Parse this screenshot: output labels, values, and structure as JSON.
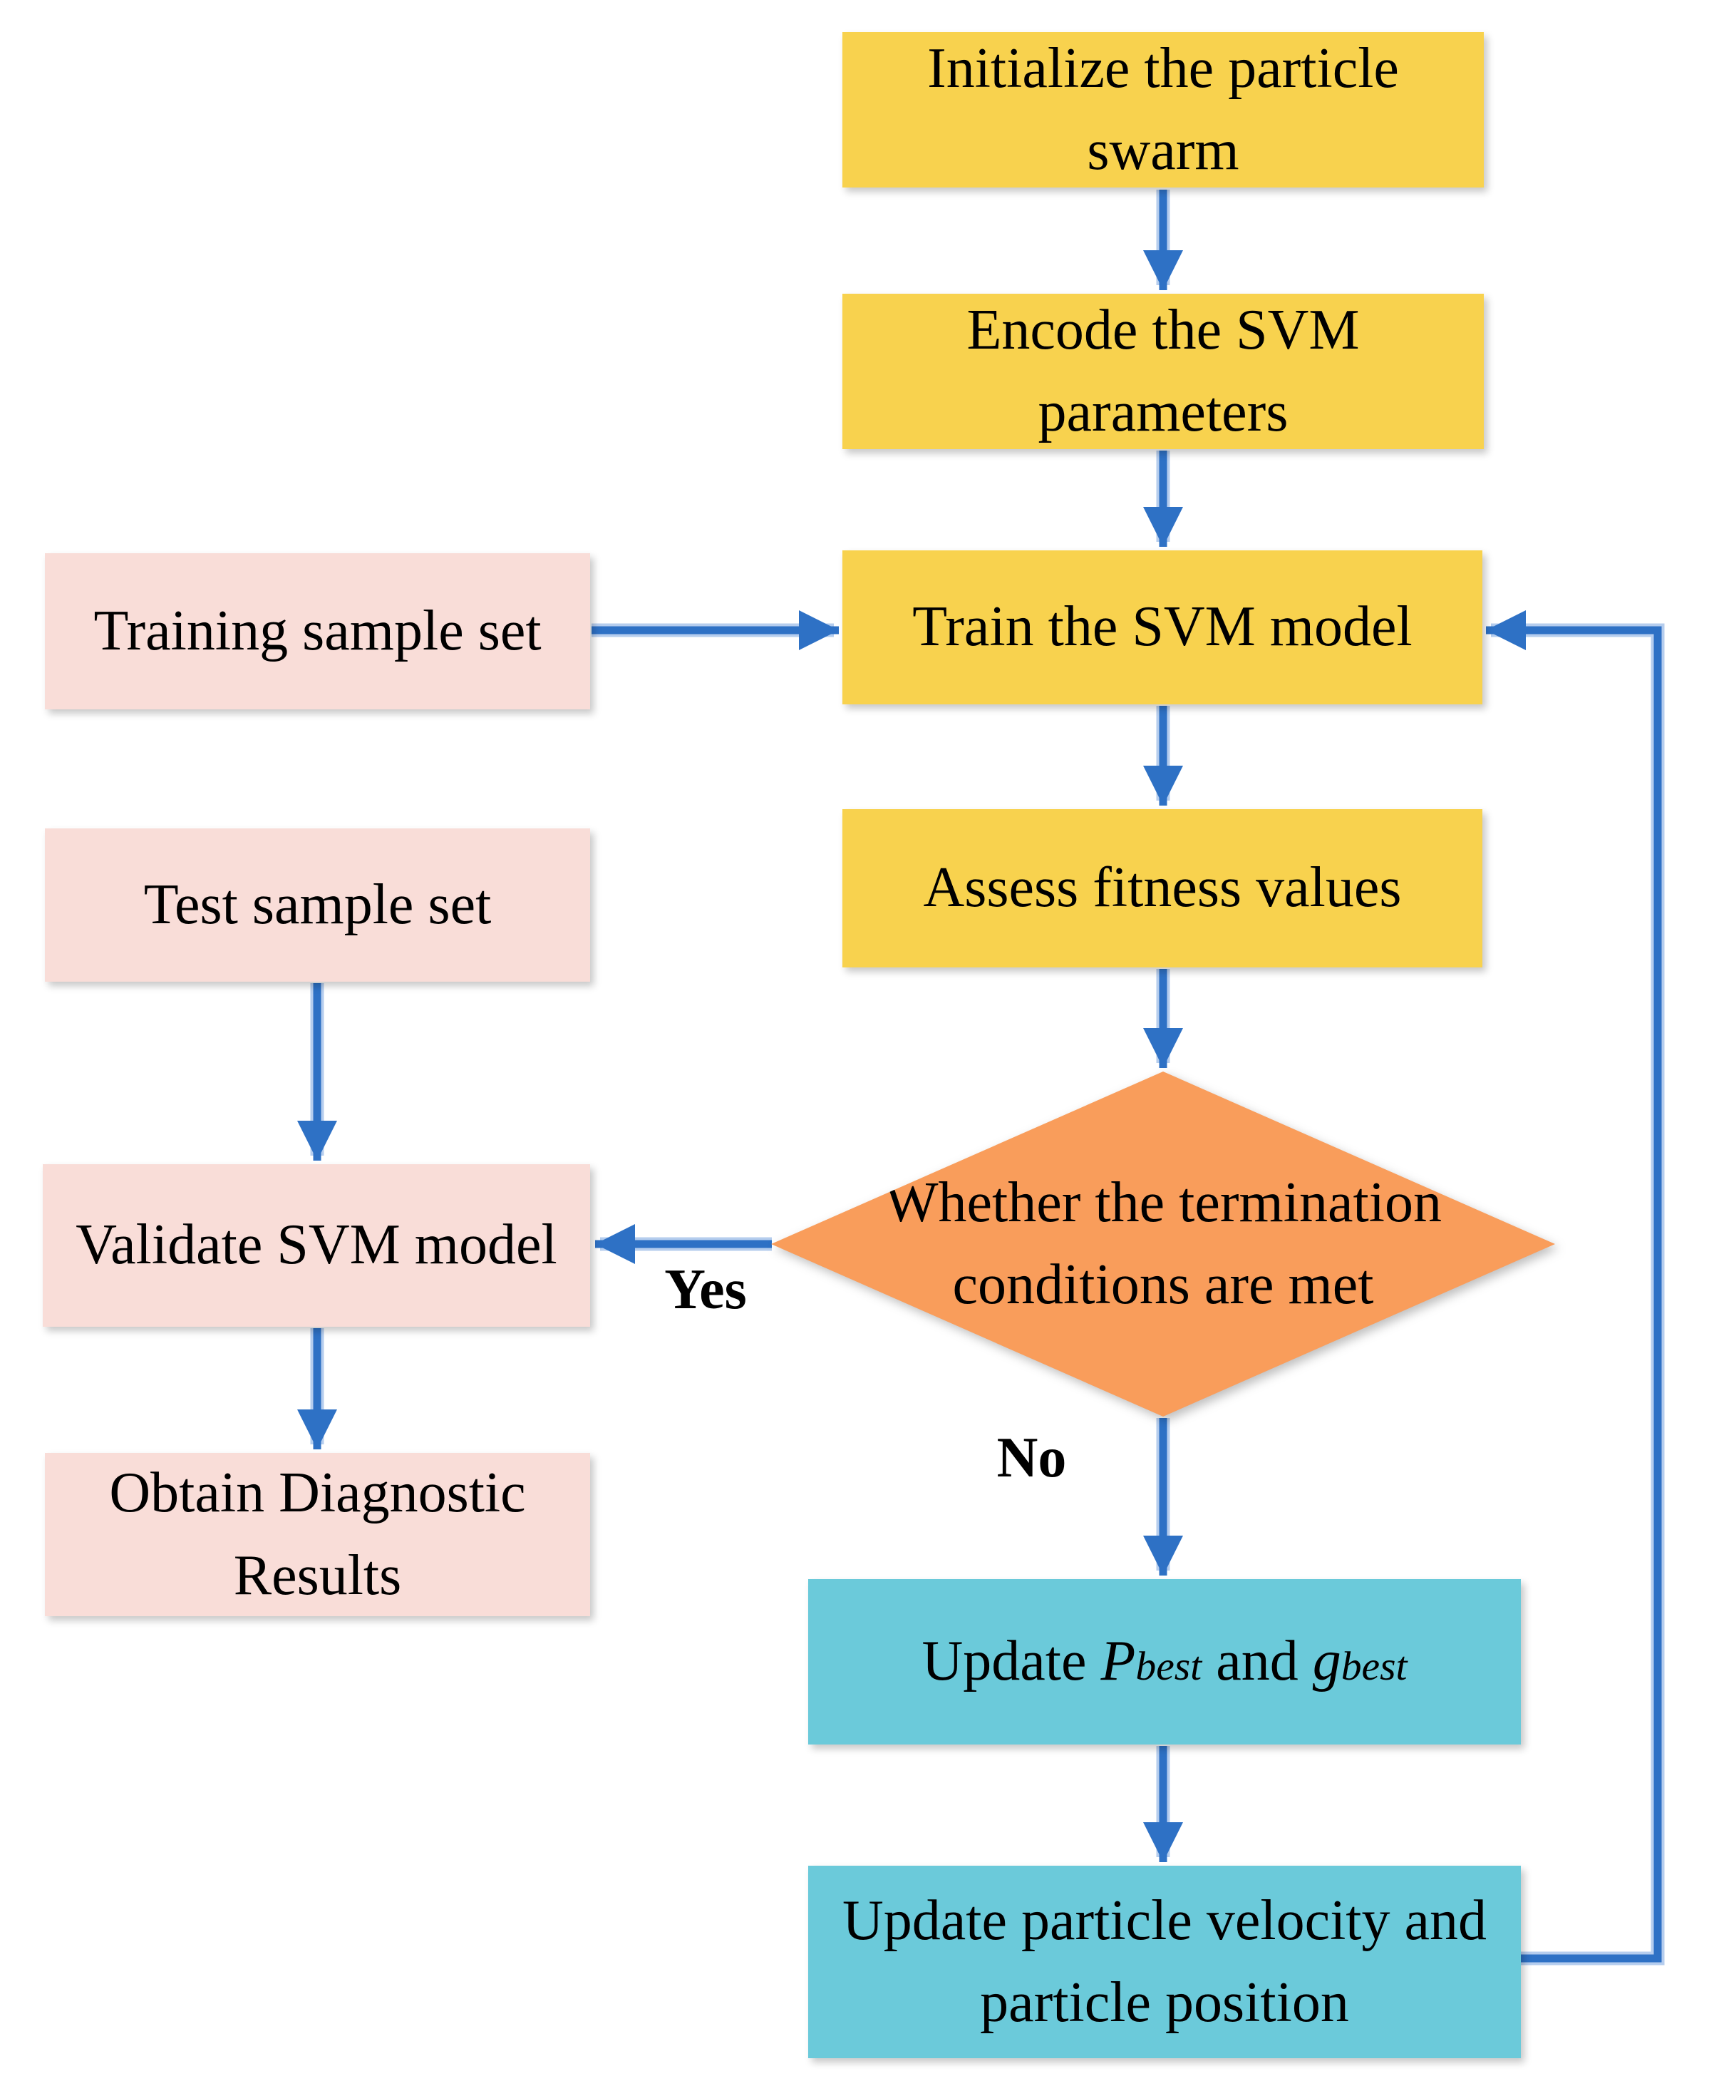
{
  "figure": {
    "description": "PSO-SVM optimization flowchart"
  },
  "nodes": {
    "init": {
      "label": "Initialize the particle swarm"
    },
    "encode": {
      "label": "Encode the SVM parameters"
    },
    "train": {
      "label": "Train the SVM model"
    },
    "assess": {
      "label": "Assess fitness values"
    },
    "training_sample": {
      "label": "Training sample set"
    },
    "test_sample": {
      "label": "Test sample set"
    },
    "validate": {
      "label": "Validate SVM model"
    },
    "obtain": {
      "label": "Obtain Diagnostic Results"
    },
    "decision": {
      "label": "Whether the termination conditions are met"
    },
    "update_best": {
      "prefix": "Update ",
      "p": "P",
      "p_sub": "best",
      "mid": " and ",
      "g": "g",
      "g_sub": "best"
    },
    "update_particle": {
      "label": "Update particle velocity and particle position"
    }
  },
  "edge_labels": {
    "yes": "Yes",
    "no": "No"
  },
  "colors": {
    "yellow": "#F8D24E",
    "pink": "#F9DDD8",
    "orange": "#F99D5B",
    "cyan": "#6BCADA",
    "arrow": "#2E71C5",
    "arrow_halo": "#B5CDEE"
  }
}
